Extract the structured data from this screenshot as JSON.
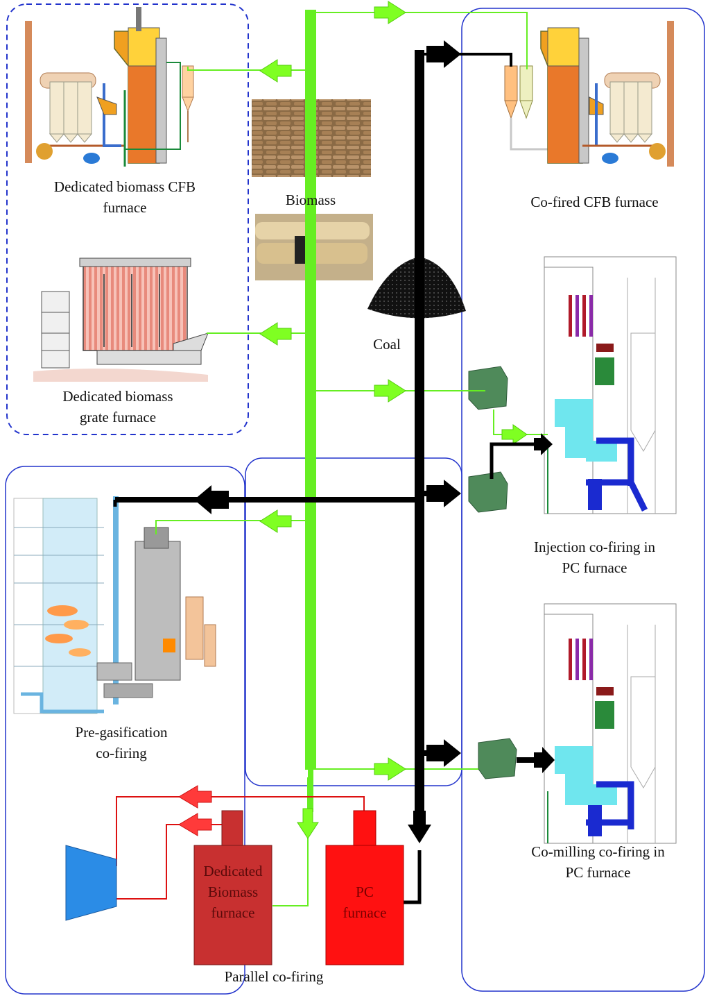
{
  "labels": {
    "dedicated_cfb": [
      "Dedicated biomass CFB",
      "furnace"
    ],
    "biomass": "Biomass",
    "cofired_cfb": "Co-fired CFB furnace",
    "dedicated_grate": [
      "Dedicated biomass",
      "grate furnace"
    ],
    "coal": "Coal",
    "injection": [
      "Injection co-firing in",
      "PC furnace"
    ],
    "pregasification": [
      "Pre-gasification",
      "co-firing"
    ],
    "comilling": [
      "Co-milling co-firing in",
      "PC furnace"
    ],
    "dedicated_biomass_box": [
      "Dedicated",
      "Biomass",
      "furnace"
    ],
    "pc_box": [
      "PC",
      "furnace"
    ],
    "parallel": "Parallel co-firing"
  },
  "colors": {
    "biomass_line": "#66ee22",
    "biomass_arrow": "#7fff22",
    "coal_line": "#000000",
    "steam_line": "#dd1111",
    "group_border": "#2233cc",
    "dedicated_box": "#c83030",
    "pc_box": "#ff1111",
    "turbine": "#2b8ce6",
    "mill": "#4f8a5a"
  },
  "icons": [
    "cfb-boiler-icon",
    "grate-boiler-icon",
    "pc-boiler-icon",
    "gasifier-icon",
    "mill-icon",
    "turbine-icon",
    "biomass-photo-icon",
    "coal-pile-icon"
  ]
}
